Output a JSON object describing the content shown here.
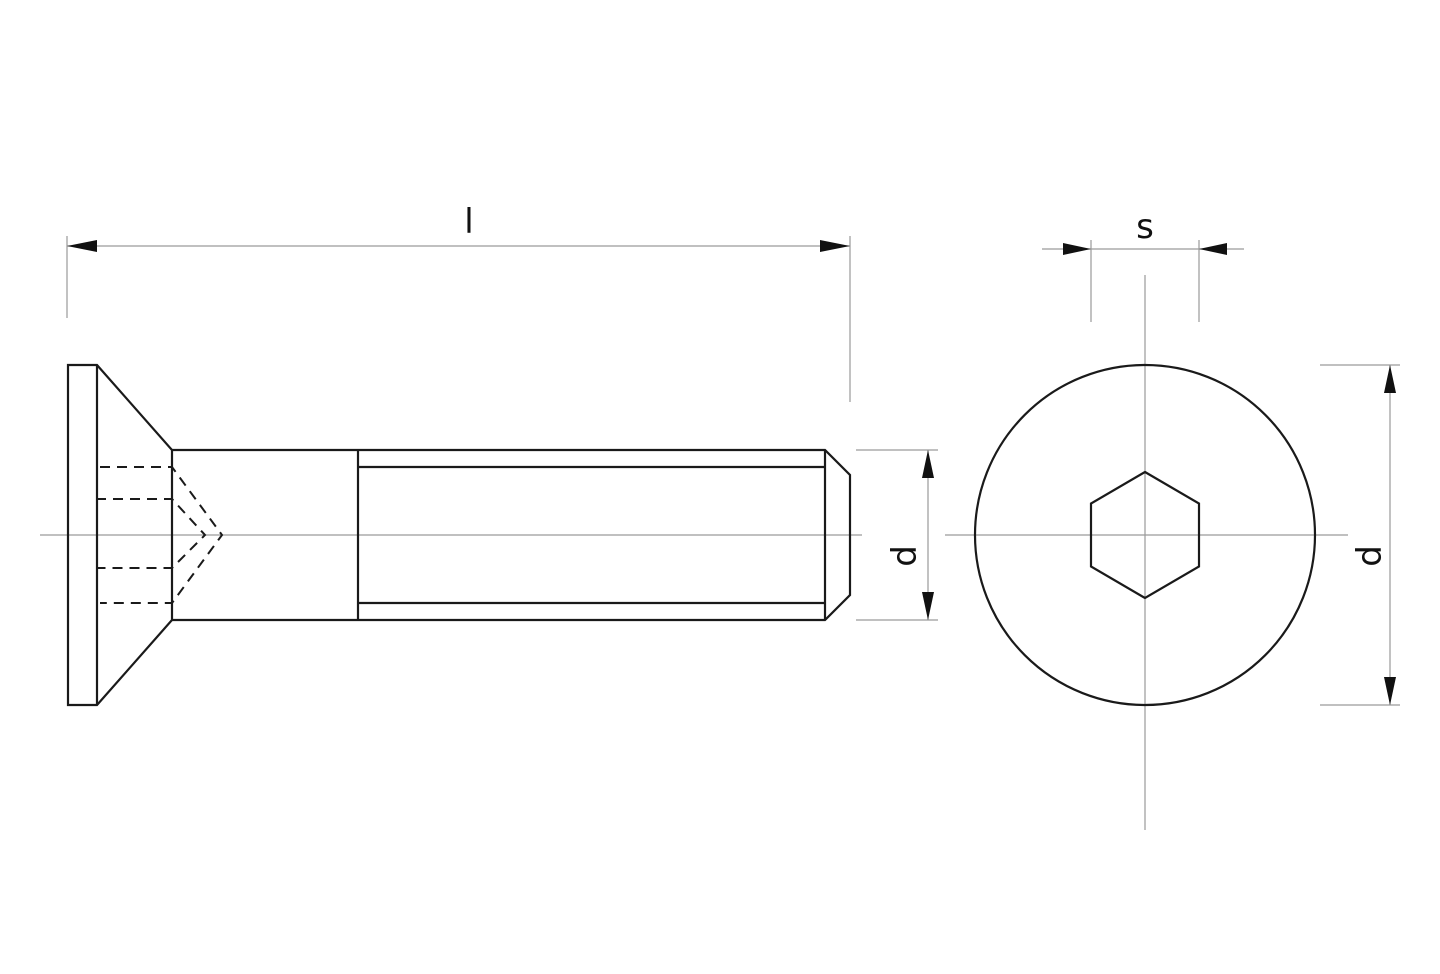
{
  "dimensions": {
    "length_label": "l",
    "socket_width_label": "s",
    "thread_diameter_label": "d",
    "head_diameter_label": "d"
  }
}
